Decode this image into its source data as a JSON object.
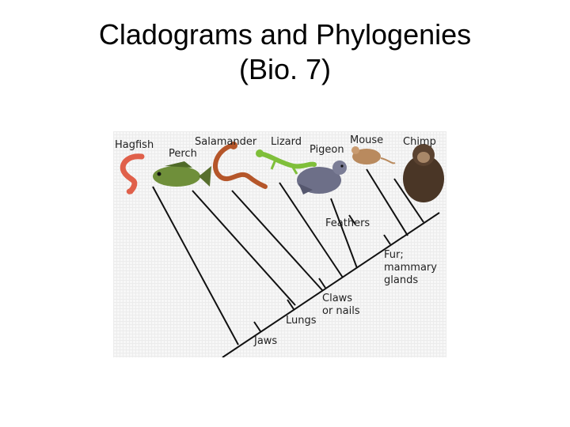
{
  "slide": {
    "title_line1": "Cladograms and Phylogenies",
    "title_line2": "(Bio. 7)"
  },
  "cladogram": {
    "taxa": [
      "Hagfish",
      "Perch",
      "Salamander",
      "Lizard",
      "Pigeon",
      "Mouse",
      "Chimp"
    ],
    "characters": {
      "jaws": "Jaws",
      "lungs": "Lungs",
      "claws_line1": "Claws",
      "claws_line2": "or nails",
      "feathers": "Feathers",
      "fur_line1": "Fur;",
      "fur_line2": "mammary",
      "fur_line3": "glands"
    }
  },
  "colors": {
    "line": "#111111",
    "label": "#222222",
    "hagfish": "#e0604a",
    "perch": "#6f8f3a",
    "salamander": "#b5562a",
    "lizard": "#7fbf3a",
    "pigeon": "#6d6f88",
    "mouse": "#b98a5e",
    "chimp": "#4a3626"
  }
}
